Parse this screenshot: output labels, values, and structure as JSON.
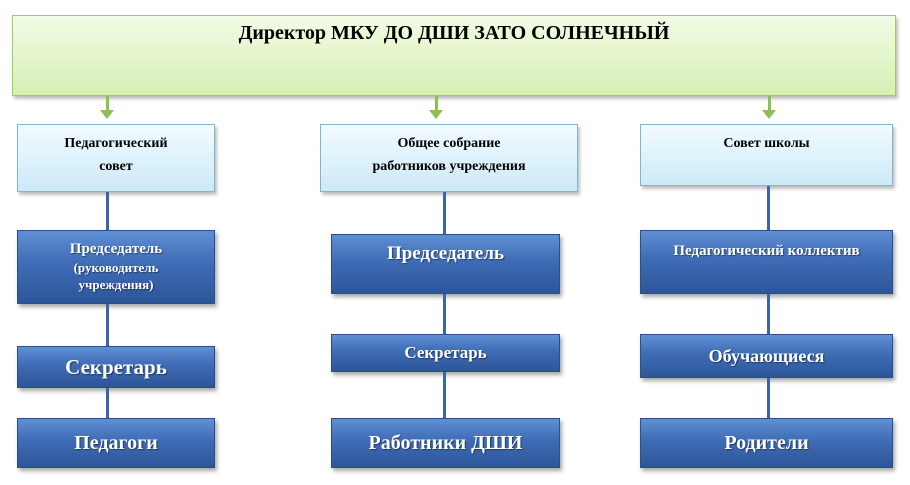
{
  "director": {
    "title": "Директор МКУ ДО ДШИ ЗАТО СОЛНЕЧНЫЙ"
  },
  "columns": [
    {
      "council": {
        "line1": "Педагогический",
        "line2": "совет"
      },
      "nodes": [
        {
          "label": "Председатель",
          "sublabel": "(руководитель учреждения)"
        },
        {
          "label": "Секретарь"
        },
        {
          "label": "Педагоги"
        }
      ]
    },
    {
      "council": {
        "line1": "Общее собрание",
        "line2": "работников учреждения"
      },
      "nodes": [
        {
          "label": "Председатель"
        },
        {
          "label": "Секретарь"
        },
        {
          "label": "Работники ДШИ"
        }
      ]
    },
    {
      "council": {
        "line1": "Совет школы",
        "line2": ""
      },
      "nodes": [
        {
          "label": "Педагогический коллектив"
        },
        {
          "label": "Обучающиеся"
        },
        {
          "label": "Родители"
        }
      ]
    }
  ]
}
